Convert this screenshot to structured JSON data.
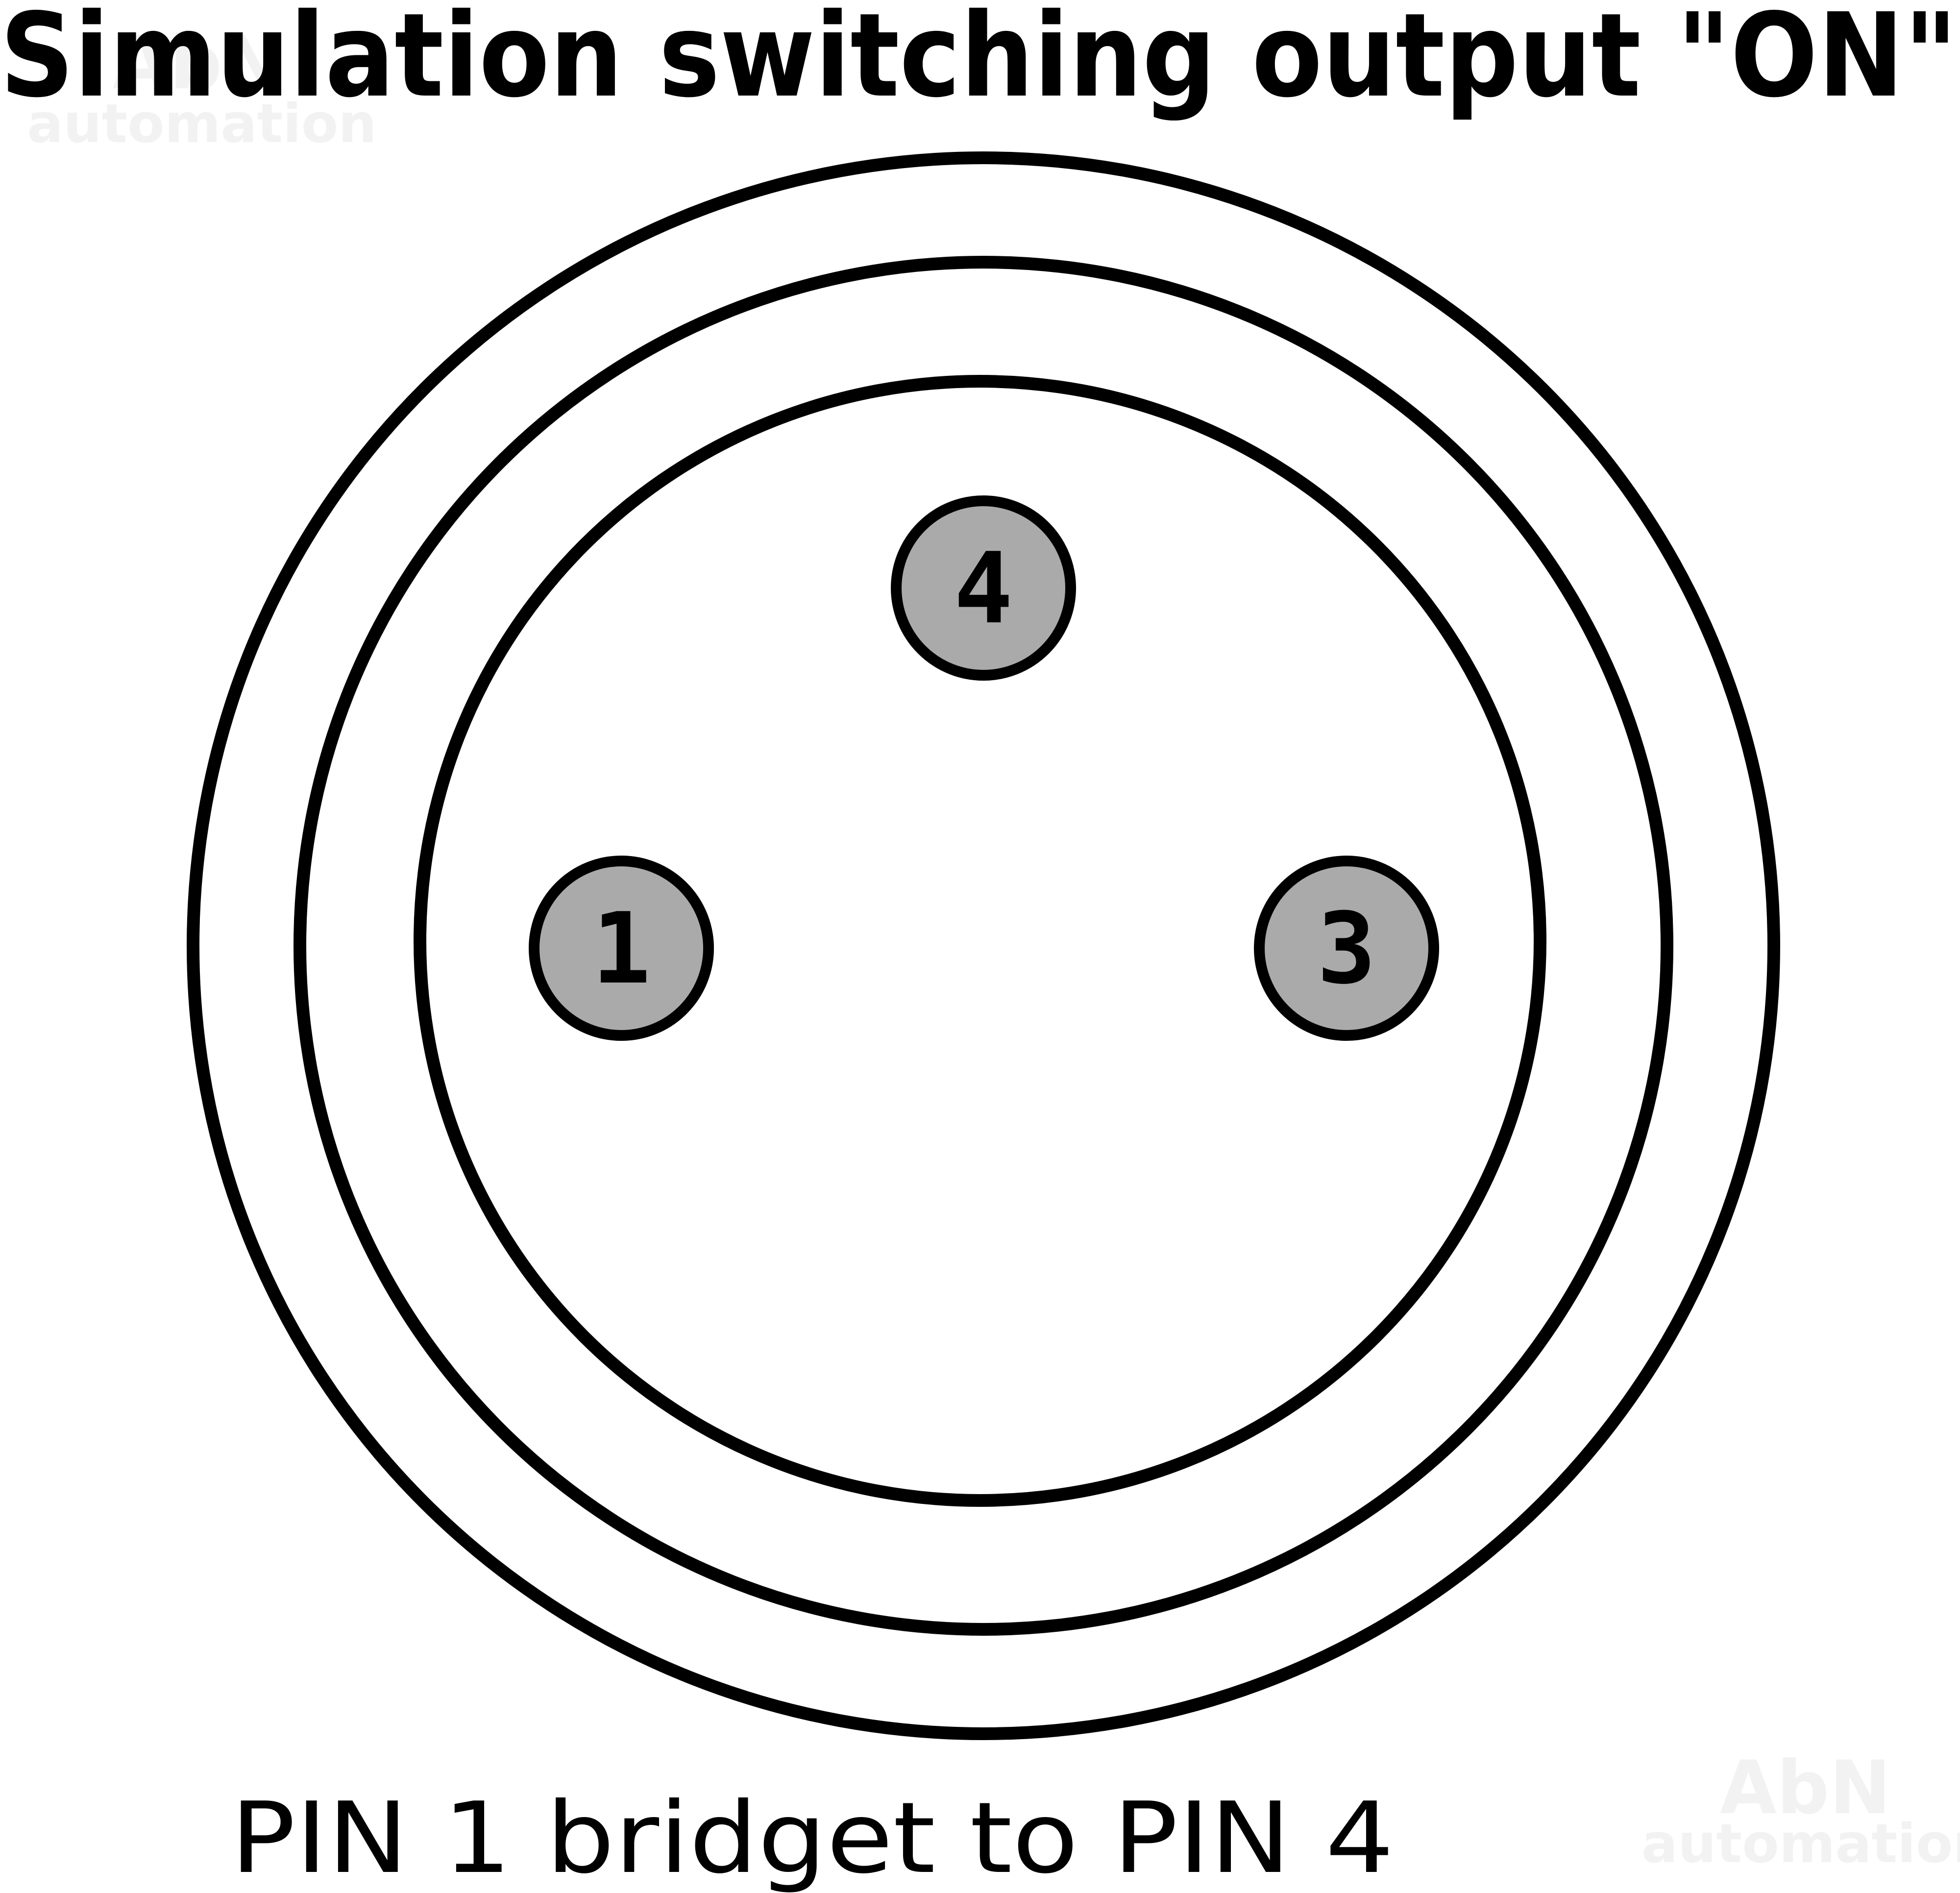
{
  "title": "Simulation switching output \"ON\"",
  "caption": "PIN 1 bridget to PIN 4",
  "watermark": {
    "brand": "AbN",
    "sub": "automation"
  },
  "pins": [
    {
      "id": "pin-4",
      "label": "4"
    },
    {
      "id": "pin-1",
      "label": "1"
    },
    {
      "id": "pin-3",
      "label": "3"
    }
  ],
  "colors": {
    "line": "#000000",
    "pin_fill": "#aaaaaa",
    "background": "#ffffff",
    "watermark": "#f2f2f2"
  }
}
